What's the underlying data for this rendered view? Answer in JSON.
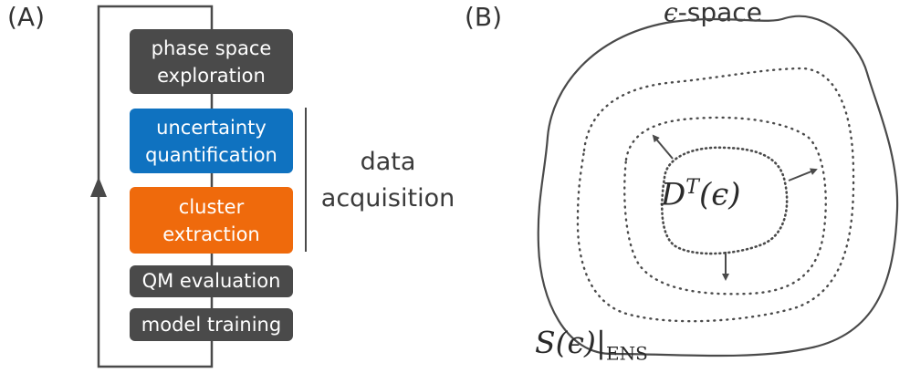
{
  "panel_a": {
    "label": "(A)",
    "steps": [
      {
        "lines": [
          "phase space",
          "exploration"
        ],
        "color": "#4a4a4a"
      },
      {
        "lines": [
          "uncertainty",
          "quantification"
        ],
        "color": "#0f72c0"
      },
      {
        "lines": [
          "cluster",
          "extraction"
        ],
        "color": "#ef6a0c"
      },
      {
        "lines": [
          "QM evaluation"
        ],
        "color": "#4a4a4a"
      },
      {
        "lines": [
          "model training"
        ],
        "color": "#4a4a4a"
      }
    ],
    "group_label": [
      "data",
      "acquisition"
    ]
  },
  "panel_b": {
    "label": "(B)",
    "title_symbol": "ϵ",
    "title_text": "-space",
    "inner_label": {
      "symbol": "D",
      "superscript": "T",
      "argument": "(ϵ)"
    },
    "outer_label": {
      "symbol": "S",
      "argument": "(ϵ)|",
      "subscript": "ENS"
    }
  }
}
